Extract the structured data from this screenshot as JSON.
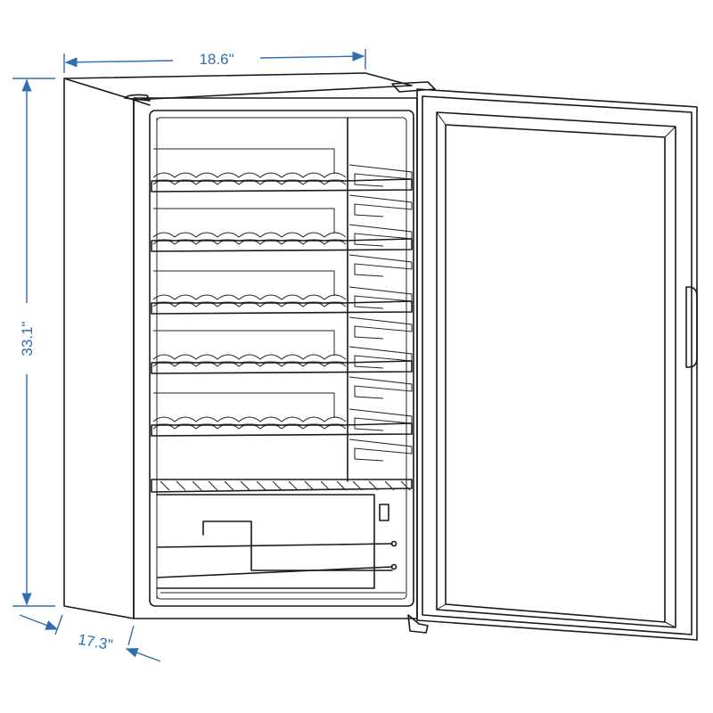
{
  "dimensions": {
    "width": "18.6\"",
    "height": "33.1\"",
    "depth": "17.3\""
  },
  "colors": {
    "dimension": "#2f6fb0",
    "line": "#1a1a1a"
  }
}
